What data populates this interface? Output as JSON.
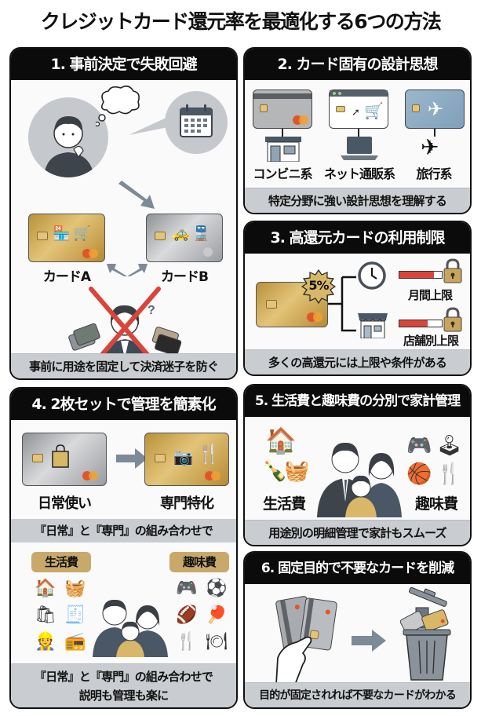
{
  "title": "クレジットカード還元率を最適化する6つの方法",
  "panels": {
    "p1": {
      "heading": "1. 事前決定で失敗回避",
      "card_a": "カードA",
      "card_b": "カードB",
      "footer": "事前に用途を固定して決済迷子を防ぐ"
    },
    "p2": {
      "heading": "2. カード固有の設計思想",
      "categories": [
        "コンビニ系",
        "ネット通販系",
        "旅行系"
      ],
      "footer": "特定分野に強い設計思想を理解する"
    },
    "p3": {
      "heading": "3. 高還元カードの利用制限",
      "badge": "5%",
      "limits": [
        "月間上限",
        "店舗別上限"
      ],
      "footer": "多くの高還元には上限や条件がある"
    },
    "p4": {
      "heading": "4. 2枚セットで管理を簡素化",
      "card_daily": "日常使い",
      "card_special": "専門特化",
      "mid_caption": "『日常』と『専門』の組み合わせで",
      "tag_living": "生活費",
      "tag_hobby": "趣味費",
      "footer_line1": "『日常』と『専門』の組み合わせで",
      "footer_line2": "説明も管理も楽に"
    },
    "p5": {
      "heading": "5. 生活費と趣味費の分別で家計管理",
      "label_living": "生活費",
      "label_hobby": "趣味費",
      "footer": "用途別の明細管理で家計もスムーズ"
    },
    "p6": {
      "heading": "6. 固定目的で不要なカードを削減",
      "footer": "目的が固定されれば不要なカードがわかる"
    }
  },
  "colors": {
    "header_bg": "#0b0b0b",
    "footer_bg": "#c9ccd0",
    "gold": "#d4b060",
    "silver": "#bfc1c4",
    "alert_red": "#d9453b",
    "tag_gold": "#c9a96a",
    "slate": "#4a5766"
  }
}
